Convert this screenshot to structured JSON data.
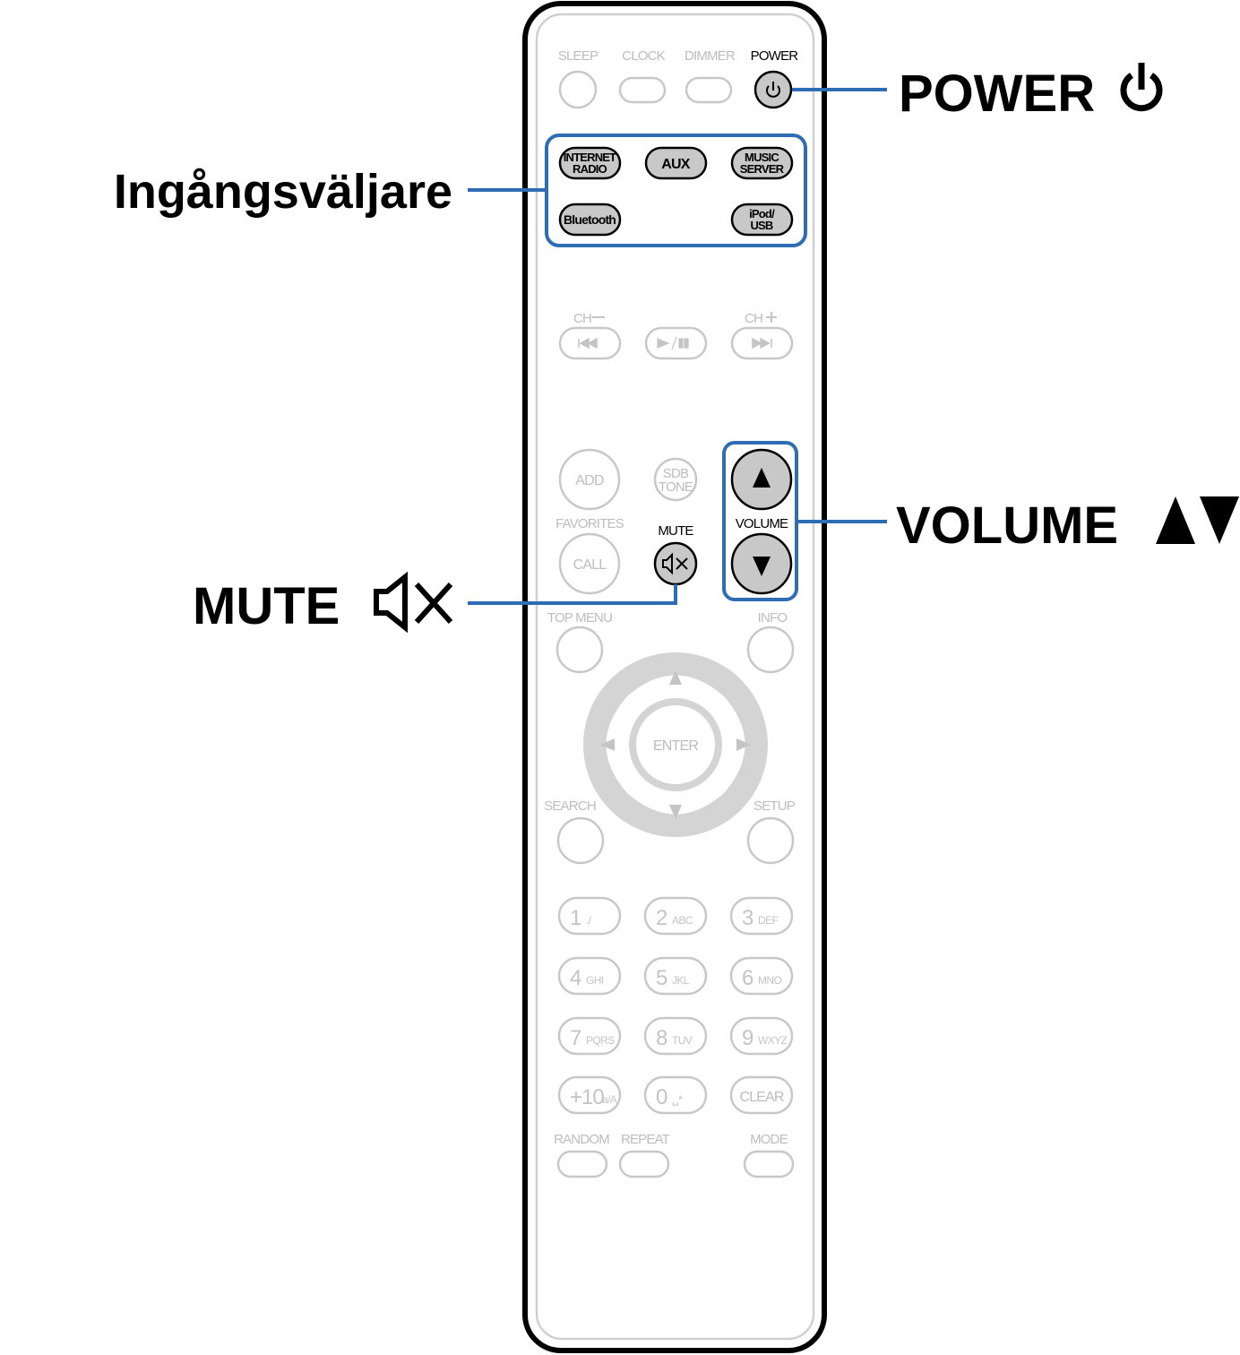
{
  "callouts": {
    "power": "POWER",
    "input_selector": "Ingångsväljare",
    "volume": "VOLUME",
    "mute": "MUTE"
  },
  "remote": {
    "top_row": {
      "sleep": "SLEEP",
      "clock": "CLOCK",
      "dimmer": "DIMMER",
      "power": "POWER"
    },
    "inputs": {
      "internet_radio": [
        "INTERNET",
        "RADIO"
      ],
      "aux": "AUX",
      "music_server": [
        "MUSIC",
        "SERVER"
      ],
      "bluetooth": "Bluetooth",
      "ipod_usb": [
        "iPod/",
        "USB"
      ]
    },
    "transport": {
      "ch_minus": "CH",
      "ch_plus": "CH"
    },
    "middle": {
      "add": "ADD",
      "sdb_tone": [
        "SDB",
        "TONE"
      ],
      "favorites": "FAVORITES",
      "call": "CALL",
      "mute": "MUTE",
      "volume": "VOLUME"
    },
    "nav": {
      "top_menu": "TOP MENU",
      "info": "INFO",
      "enter": "ENTER",
      "search": "SEARCH",
      "setup": "SETUP"
    },
    "numpad": [
      {
        "num": "1",
        "sub": "./"
      },
      {
        "num": "2",
        "sub": "ABC"
      },
      {
        "num": "3",
        "sub": "DEF"
      },
      {
        "num": "4",
        "sub": "GHI"
      },
      {
        "num": "5",
        "sub": "JKL"
      },
      {
        "num": "6",
        "sub": "MNO"
      },
      {
        "num": "7",
        "sub": "PQRS"
      },
      {
        "num": "8",
        "sub": "TUV"
      },
      {
        "num": "9",
        "sub": "WXYZ"
      },
      {
        "num": "+10",
        "sub": "a/A"
      },
      {
        "num": "0",
        "sub": "␣*"
      },
      {
        "num": "CLEAR",
        "sub": ""
      }
    ],
    "bottom": {
      "random": "RANDOM",
      "repeat": "REPEAT",
      "mode": "MODE"
    }
  },
  "colors": {
    "accent": "#2e6db4",
    "highlight_fill": "#c8c8c8",
    "inactive": "#c8c8c8"
  }
}
